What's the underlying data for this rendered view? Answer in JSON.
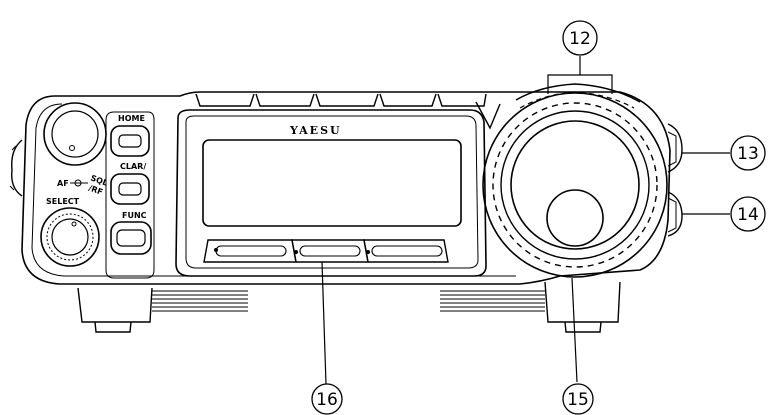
{
  "diagram": {
    "brand": "YAESU",
    "panel_labels": {
      "home": "HOME",
      "clar": "CLAR/",
      "func": "FUNC",
      "select": "SELECT",
      "af": "AF",
      "sql_rf": "SQL",
      "rf": "/RF"
    },
    "callouts": [
      {
        "id": "12",
        "label": "12"
      },
      {
        "id": "13",
        "label": "13"
      },
      {
        "id": "14",
        "label": "14"
      },
      {
        "id": "15",
        "label": "15"
      },
      {
        "id": "16",
        "label": "16"
      }
    ],
    "colors": {
      "line": "#000000",
      "background": "#ffffff",
      "hatch": "#000000"
    }
  }
}
